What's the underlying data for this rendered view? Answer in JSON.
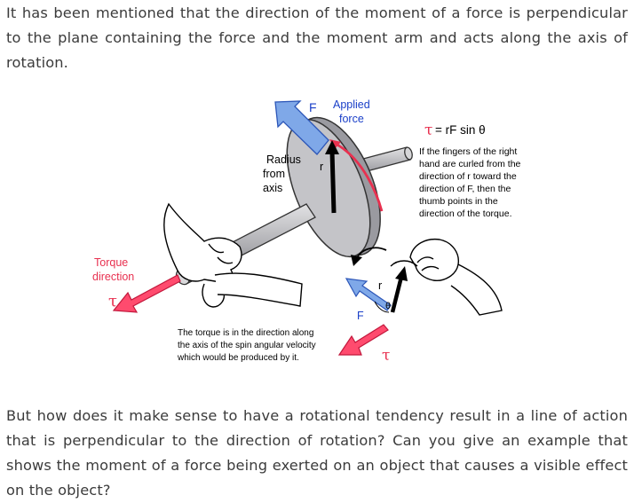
{
  "paragraphs": {
    "intro": "It has been mentioned that the direction of the moment of a force is perpendicular to the plane containing the force and the moment arm and acts along the axis of rotation.",
    "question": "But how does it make sense to have a rotational tendency result in a line of action that is perpendicular to the direction of rotation? Can you give an example that shows the moment of a force being exerted on an object that causes a visible effect on the object?"
  },
  "figure": {
    "applied_force_line1": "Applied",
    "applied_force_line2": "force",
    "force_symbol": "F",
    "force_symbol_small": "F",
    "radius_line1": "Radius",
    "radius_line2": "from",
    "radius_line3": "axis",
    "r_symbol": "r",
    "r_symbol_small": "r",
    "theta_symbol": "θ",
    "torque_direction_line1": "Torque",
    "torque_direction_line2": "direction",
    "tau_symbol": "τ",
    "formula_tau": "τ",
    "formula_rest": " = rF sin θ",
    "rule_lines": [
      "If the fingers of the right",
      "hand are curled from the",
      "direction of r toward the",
      "direction of F, then the",
      "thumb points in the",
      "direction of the torque."
    ],
    "caption_lines": [
      "The torque is in the direction along",
      "the axis of the spin angular velocity",
      "which would be produced by it."
    ],
    "colors": {
      "force_arrow": "#7fa8e8",
      "torque_arrow": "#ff4b6e",
      "label_blue": "#1a3fc8",
      "label_red": "#e8304f",
      "disk_gray": "#b9b9bd",
      "text": "#3b3b3b"
    }
  }
}
